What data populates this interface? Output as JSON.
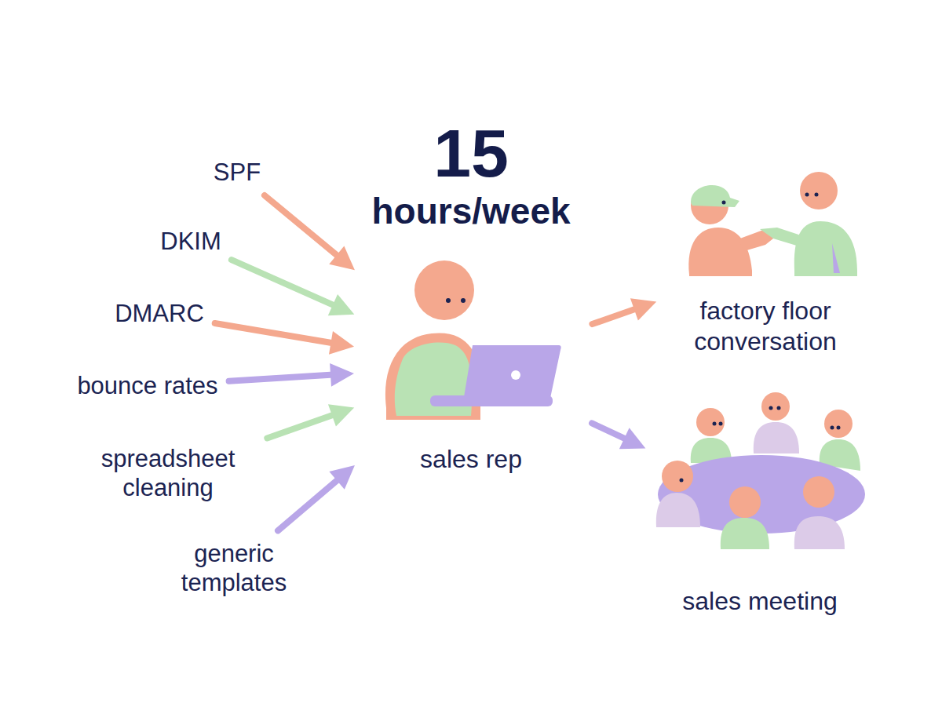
{
  "diagram": {
    "nodes": [
      {
        "text": [
          "SPF"
        ]
      },
      {
        "text": [
          "DKIM"
        ]
      },
      {
        "text": [
          "DMARC"
        ]
      },
      {
        "text": [
          "bounce rates"
        ]
      },
      {
        "text": [
          "spreadsheet cleaning"
        ]
      },
      {
        "text": [
          "generic templates"
        ]
      },
      {
        "text": [
          "sales rep"
        ]
      },
      {
        "text": [
          "factory floor conversation"
        ]
      },
      {
        "text": [
          "sales meeting"
        ]
      }
    ],
    "edges": [
      {
        "from": 0,
        "to": 6,
        "arrow": "to"
      },
      {
        "from": 1,
        "to": 6,
        "arrow": "to"
      },
      {
        "from": 2,
        "to": 6,
        "arrow": "to"
      },
      {
        "from": 3,
        "to": 6,
        "arrow": "to"
      },
      {
        "from": 4,
        "to": 6,
        "arrow": "to"
      },
      {
        "from": 5,
        "to": 6,
        "arrow": "to"
      },
      {
        "from": 6,
        "to": 7,
        "arrow": "to"
      },
      {
        "from": 6,
        "to": 8,
        "arrow": "to"
      }
    ],
    "labels": [
      "15",
      "hours/week"
    ]
  }
}
